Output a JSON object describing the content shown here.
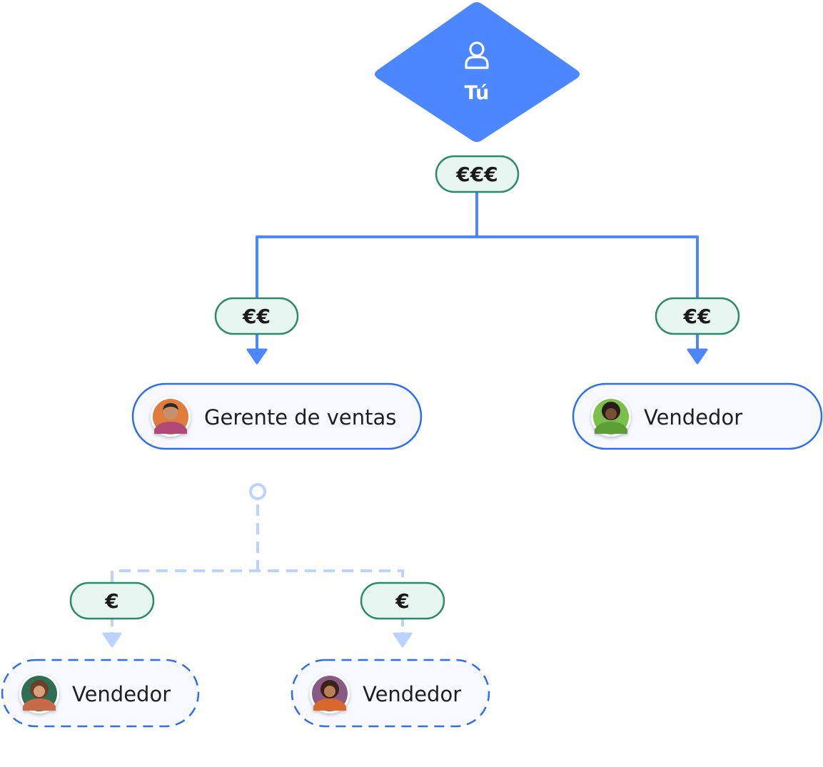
{
  "colors": {
    "primary_blue": "#4d87ff",
    "node_border_blue": "#2f6fe8",
    "light_blue_dashed": "#bcd2ff",
    "badge_fill": "#e8f6f1",
    "badge_border": "#2a8a6a",
    "node_fill": "#f7f9ff",
    "text": "#1f1f1f"
  },
  "root": {
    "label": "Tú",
    "icon": "user-icon"
  },
  "badges": {
    "root": "€€€",
    "gerente": "€€",
    "vendedor_right": "€€",
    "vendedor_left": "€",
    "vendedor_mid": "€"
  },
  "nodes": {
    "gerente": "Gerente de ventas",
    "vendedor_right": "Vendedor",
    "vendedor_left": "Vendedor",
    "vendedor_mid": "Vendedor"
  }
}
